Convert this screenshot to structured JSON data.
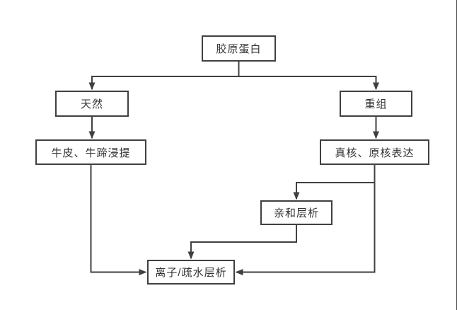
{
  "diagram": {
    "type": "flowchart",
    "nodes": {
      "collagen": {
        "label": "胶原蛋白"
      },
      "natural": {
        "label": "天然"
      },
      "recombinant": {
        "label": "重组"
      },
      "extraction": {
        "label": "牛皮、牛蹄浸提"
      },
      "expression": {
        "label": "真核、原核表达"
      },
      "affinity": {
        "label": "亲和层析"
      },
      "ion_hydrophobic": {
        "label": "离子/疏水层析"
      }
    },
    "edges": [
      {
        "from": "collagen",
        "to": "natural"
      },
      {
        "from": "collagen",
        "to": "recombinant"
      },
      {
        "from": "natural",
        "to": "extraction"
      },
      {
        "from": "recombinant",
        "to": "expression"
      },
      {
        "from": "expression",
        "to": "affinity"
      },
      {
        "from": "expression",
        "to": "ion_hydrophobic"
      },
      {
        "from": "affinity",
        "to": "ion_hydrophobic"
      },
      {
        "from": "extraction",
        "to": "ion_hydrophobic"
      }
    ],
    "colors": {
      "line": "#404040",
      "box_border": "#404040",
      "box_background": "#ffffff",
      "text": "#333333",
      "page_background": "#ffffff"
    }
  }
}
